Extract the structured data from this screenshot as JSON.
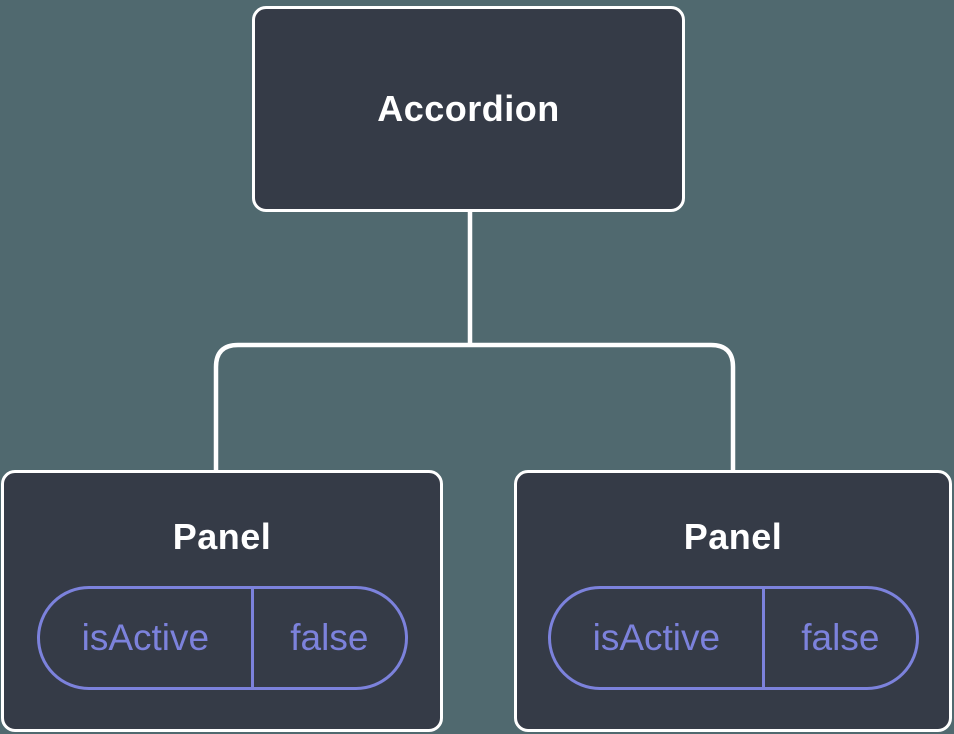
{
  "tree": {
    "root": {
      "label": "Accordion"
    },
    "children": [
      {
        "label": "Panel",
        "state": {
          "key": "isActive",
          "value": "false"
        }
      },
      {
        "label": "Panel",
        "state": {
          "key": "isActive",
          "value": "false"
        }
      }
    ]
  },
  "colors": {
    "background": "#50696F",
    "node_fill": "#353B47",
    "node_border": "#FFFFFF",
    "connector_line": "#FFFFFF",
    "state_accent": "#7C82DC",
    "node_text": "#FFFFFF"
  }
}
